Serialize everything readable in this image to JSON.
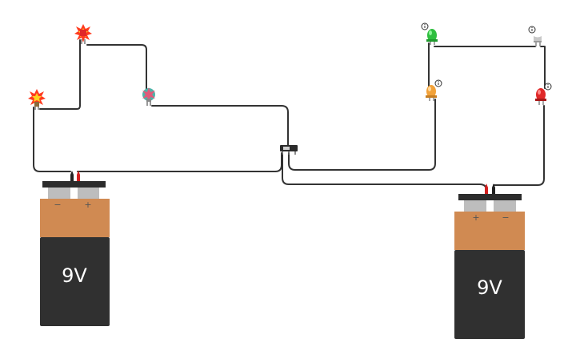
{
  "colors": {
    "wire": "#333333",
    "battery_body": "#303030",
    "battery_top": "#d08a52",
    "battery_cap": "#2c2c2c",
    "terminal": "#bdbdbd",
    "led_green": "#2fbf3f",
    "led_yellow": "#f2a23a",
    "led_red": "#e02828",
    "led_off": "#c8c8c8",
    "burst_red": "#ff3b1f",
    "burst_yellow": "#ffd21f"
  },
  "battery_left": {
    "voltage_label": "9V",
    "terminal_left": "−",
    "terminal_right": "+"
  },
  "battery_right": {
    "voltage_label": "9V",
    "terminal_left": "+",
    "terminal_right": "−"
  },
  "components": {
    "left_group": [
      "burst-led",
      "burst-led",
      "burst-led"
    ],
    "right_group": [
      "green-led",
      "yellow-led",
      "off-led",
      "red-led"
    ],
    "switch": "slide-switch"
  }
}
